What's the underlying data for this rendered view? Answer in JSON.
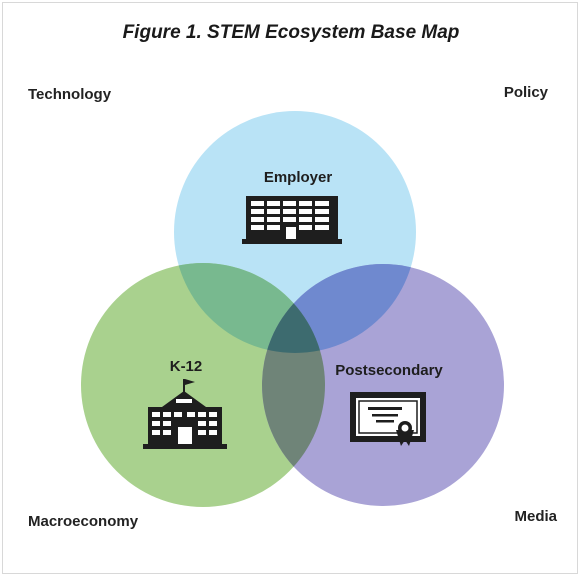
{
  "title": "Figure 1. STEM Ecosystem Base Map",
  "corners": {
    "top_left": "Technology",
    "top_right": "Policy",
    "bottom_left": "Macroeconomy",
    "bottom_right": "Media"
  },
  "circles": [
    {
      "label": "Employer",
      "icon": "office-building-icon",
      "color": "#b9e3f6"
    },
    {
      "label": "K-12",
      "icon": "school-building-icon",
      "color": "#a9d18e"
    },
    {
      "label": "Postsecondary",
      "icon": "diploma-certificate-icon",
      "color": "#a9a3d6"
    }
  ],
  "overlap_colors": {
    "employer_k12": "#78b98f",
    "employer_postsecondary": "#6f89cf",
    "k12_postsecondary": "#6f8478",
    "center": "#3d6b6f"
  }
}
